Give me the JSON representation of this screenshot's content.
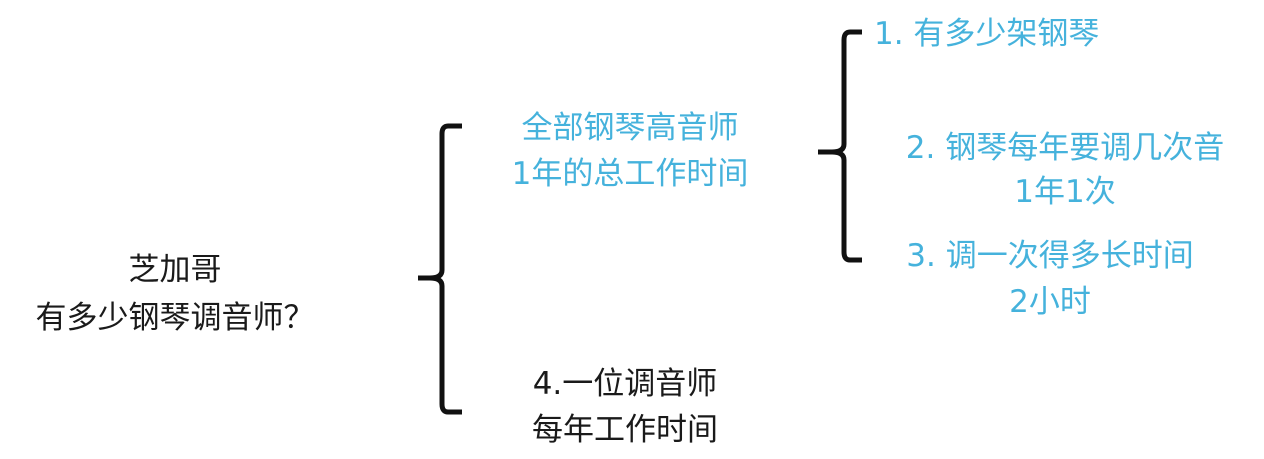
{
  "root": {
    "line1": "芝加哥",
    "line2": "有多少钢琴调音师？"
  },
  "branch_total": {
    "line1": "全部钢琴高音师",
    "line2": "1年的总工作时间"
  },
  "factors": [
    {
      "label": "1. 有多少架钢琴"
    },
    {
      "label": "2. 钢琴每年要调几次音",
      "answer": "1年1次"
    },
    {
      "label": "3. 调一次得多长时间",
      "answer": "2小时"
    }
  ],
  "branch_per_tuner": {
    "line1": "4.一位调音师",
    "line2": "每年工作时间"
  },
  "colors": {
    "black": "#1a1a1a",
    "cyan": "#45b2dc"
  }
}
